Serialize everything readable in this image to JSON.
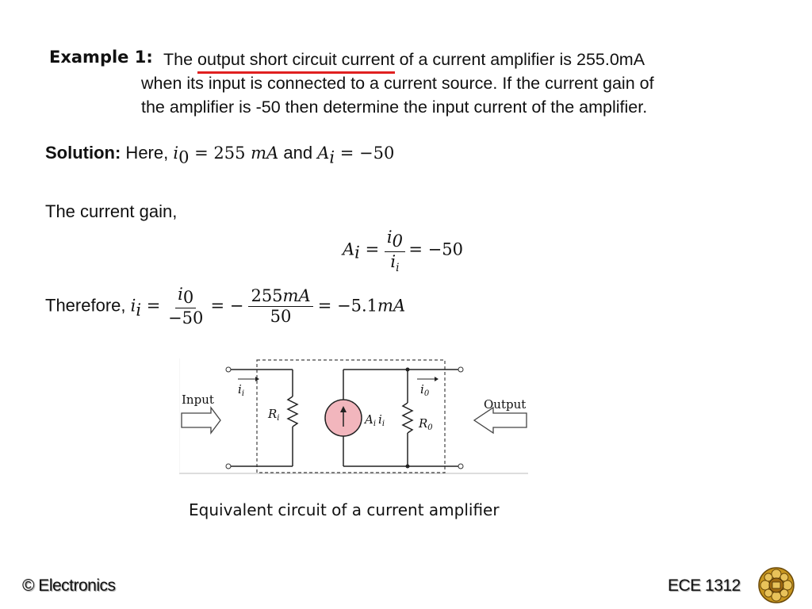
{
  "example": {
    "label": "Example 1:",
    "q_pre": "The ",
    "q_highlight": "output short circuit current",
    "q_post1": " of a current amplifier is 255.0mA",
    "q_line2": "when its input is connected to a current source. If the current gain of",
    "q_line3": "the amplifier is -50 then determine the input current of the amplifier."
  },
  "solution": {
    "label": "Solution:",
    "here": " Here, ",
    "i0_sym": "i",
    "i0_sub": "0",
    "i0_val": " = 255 ",
    "i0_unit": "mA",
    "and": " and ",
    "ai_sym": "A",
    "ai_sub": "i",
    "ai_val": " = −50"
  },
  "gain": {
    "label": "The  current gain,",
    "lhs_sym": "A",
    "lhs_sub": "i",
    "eq1": " = ",
    "num_sym": "i",
    "num_sub": "0",
    "den_sym": "i",
    "den_sub": "i",
    "rhs": " = −50"
  },
  "therefore": {
    "label": "Therefore, ",
    "lhs_sym": "i",
    "lhs_sub": "i",
    "eq1": " = ",
    "f1_num_sym": "i",
    "f1_num_sub": "0",
    "f1_den": "−50",
    "eq2": " = −",
    "f2_num_val": "255",
    "f2_num_unit": "mA",
    "f2_den": "50",
    "eq3": " = −5.1",
    "result_unit": "mA"
  },
  "circuit": {
    "input_label": "Input",
    "output_label": "Output",
    "ii_sym": "i",
    "ii_sub": "i",
    "i0_sym": "i",
    "i0_sub": "0",
    "ri_sym": "R",
    "ri_sub": "i",
    "r0_sym": "R",
    "r0_sub": "0",
    "src_a": "A",
    "src_a_sub": "i",
    "src_i": "i",
    "src_i_sub": "i",
    "caption": "Equivalent circuit of a current amplifier"
  },
  "footer": {
    "left": "© Electronics",
    "right": "ECE 1312"
  },
  "colors": {
    "highlight_underline": "#e02020",
    "source_fill": "#f2b6bd",
    "logo_gold": "#c8961e"
  }
}
